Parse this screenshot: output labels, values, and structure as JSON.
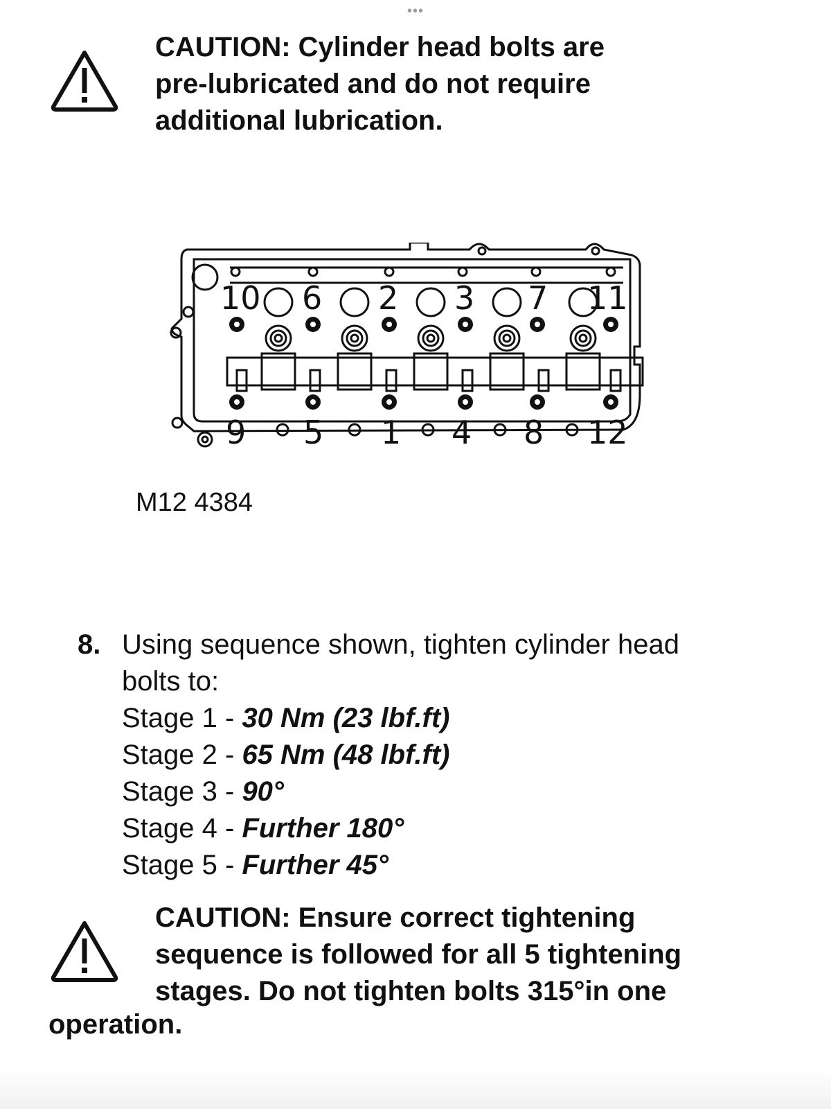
{
  "top_indicator": "•••",
  "caution_1": {
    "icon": "warning-triangle-icon",
    "lines": [
      "CAUTION: Cylinder head bolts are",
      "pre-lubricated and do not require",
      "additional lubrication."
    ]
  },
  "figure": {
    "code": "M12 4384",
    "top_bolt_labels": [
      "10",
      "6",
      "2",
      "3",
      "7",
      "11"
    ],
    "bottom_bolt_labels": [
      "9",
      "5",
      "1",
      "4",
      "8",
      "12"
    ]
  },
  "step": {
    "number": "8.",
    "lines": [
      "Using sequence shown, tighten cylinder head",
      "bolts to:"
    ],
    "stages": [
      {
        "label": "Stage 1 - ",
        "value": "30 Nm (23 lbf.ft)"
      },
      {
        "label": "Stage 2 - ",
        "value": "65 Nm (48 lbf.ft)"
      },
      {
        "label": "Stage 3 - ",
        "value": "90°"
      },
      {
        "label": "Stage 4 - ",
        "value": "Further 180°"
      },
      {
        "label": "Stage 5 - ",
        "value": "Further 45°"
      }
    ]
  },
  "caution_2": {
    "icon": "warning-triangle-icon",
    "lines": [
      "CAUTION: Ensure correct tightening",
      "sequence is followed for all 5 tightening",
      "stages. Do not tighten bolts 315°in one"
    ],
    "last_line": "operation."
  }
}
